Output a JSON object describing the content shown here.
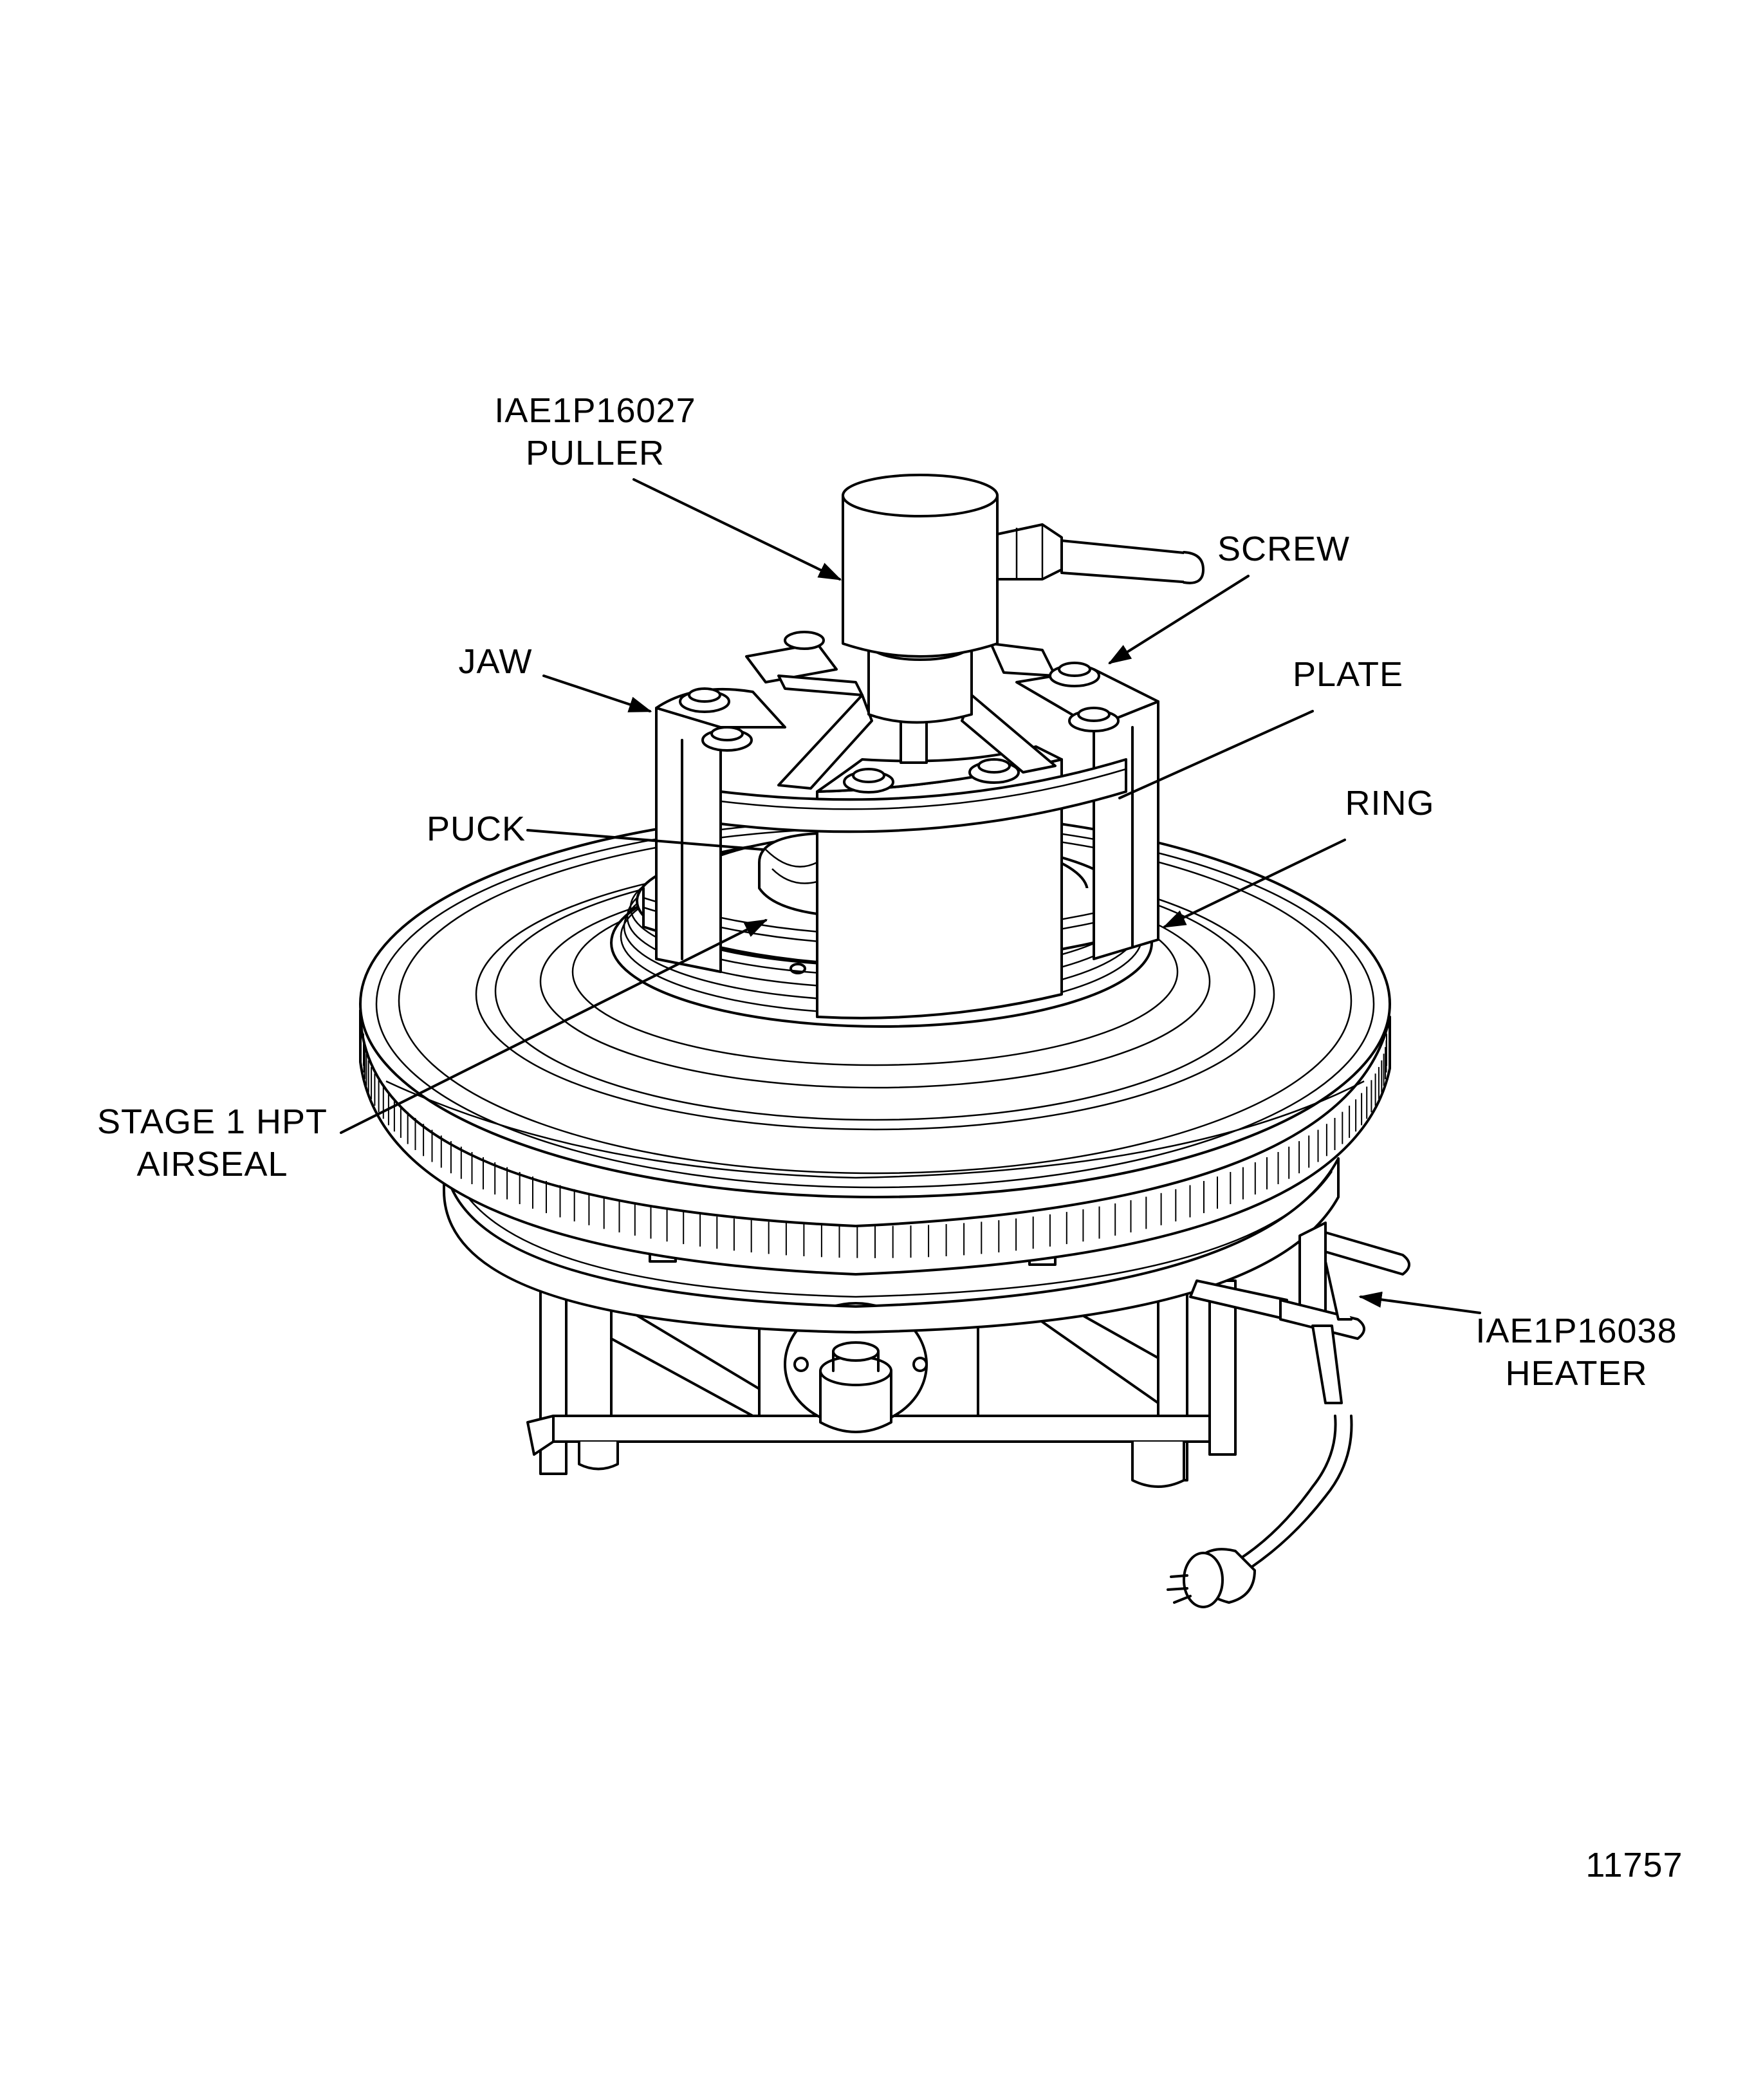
{
  "labels": {
    "puller": [
      "IAE1P16027",
      "PULLER"
    ],
    "screw": "SCREW",
    "jaw": "JAW",
    "plate": "PLATE",
    "ring": "RING",
    "puck": "PUCK",
    "airseal": [
      "STAGE 1 HPT",
      "AIRSEAL"
    ],
    "heater": [
      "IAE1P16038",
      "HEATER"
    ],
    "figure_number": "11757"
  },
  "colors": {
    "ink": "#000000",
    "paper": "#ffffff"
  }
}
